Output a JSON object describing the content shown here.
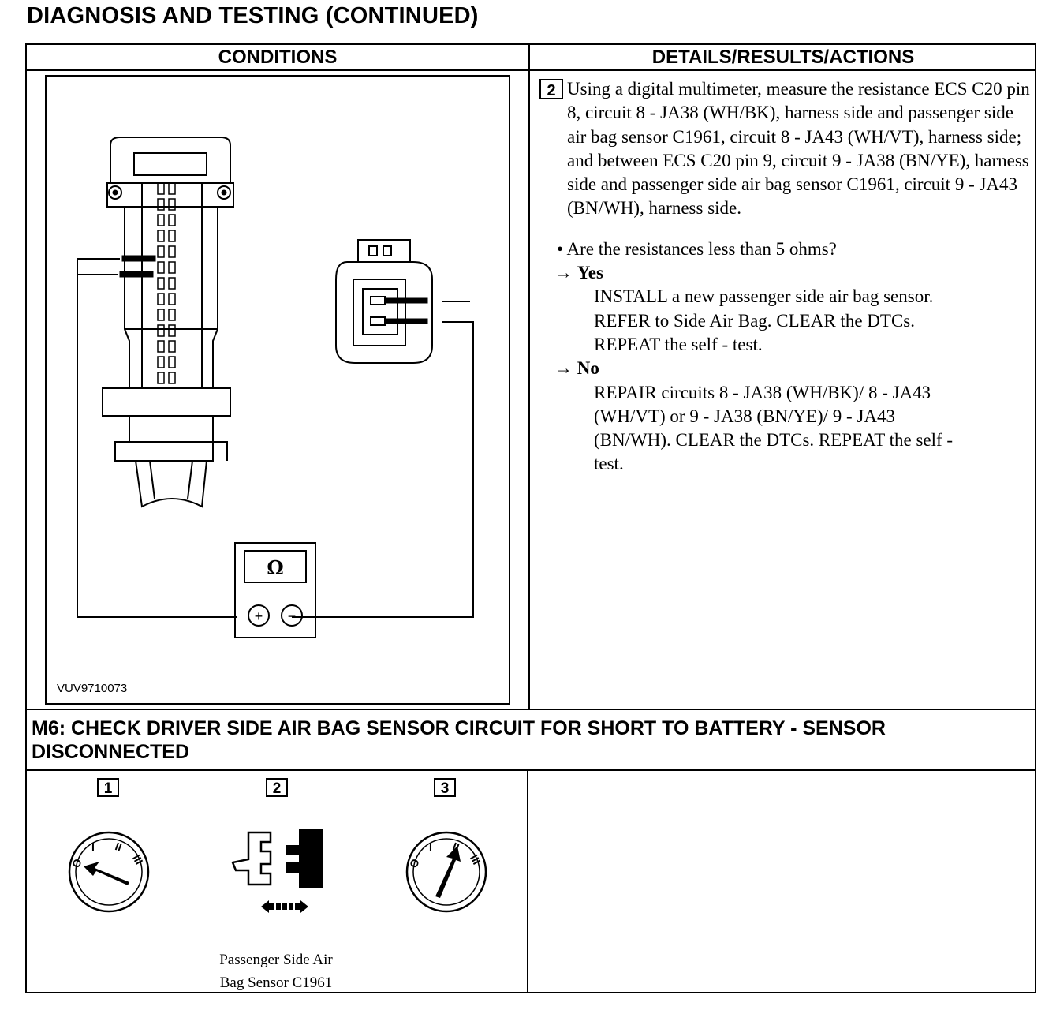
{
  "page": {
    "title": "DIAGNOSIS AND TESTING (CONTINUED)"
  },
  "table": {
    "col_conditions": "CONDITIONS",
    "col_details": "DETAILS/RESULTS/ACTIONS"
  },
  "figure1": {
    "caption": "VUV9710073",
    "meter_symbol": "Ω",
    "plus_symbol": "+",
    "minus_symbol": "−"
  },
  "step2": {
    "number": "2",
    "text": "Using a digital multimeter, measure the resistance ECS C20 pin 8, circuit 8 - JA38 (WH/BK), harness side and passenger side air bag sensor C1961, circuit 8 - JA43 (WH/VT), harness side; and between ECS C20 pin 9, circuit 9 - JA38 (BN/YE), harness side and passenger side air bag sensor C1961, circuit 9 - JA43 (BN/WH), harness side.",
    "question": "• Are the resistances less than 5 ohms?",
    "yes_arrow": "→",
    "yes_label": "Yes",
    "yes_line1": "INSTALL a new passenger side air bag sensor.",
    "yes_line2": "REFER to  Side Air Bag. CLEAR the DTCs.",
    "yes_line3": "REPEAT the self - test.",
    "no_arrow": "→",
    "no_label": "No",
    "no_line1": "REPAIR circuits 8 - JA38 (WH/BK)/ 8 - JA43",
    "no_line2": "(WH/VT) or 9 - JA38 (BN/YE)/ 9 - JA43",
    "no_line3": "(BN/WH). CLEAR the DTCs. REPEAT the self -",
    "no_line4": "test."
  },
  "m6": {
    "title": "M6: CHECK DRIVER SIDE AIR BAG SENSOR CIRCUIT FOR SHORT TO BATTERY - SENSOR DISCONNECTED",
    "step1": "1",
    "step2": "2",
    "step3": "3",
    "key_pos_0": "O",
    "key_pos_1": "I",
    "key_pos_2": "II",
    "key_pos_3": "III",
    "sensor_caption_line1": "Passenger Side Air",
    "sensor_caption_line2": "Bag Sensor C1961"
  }
}
